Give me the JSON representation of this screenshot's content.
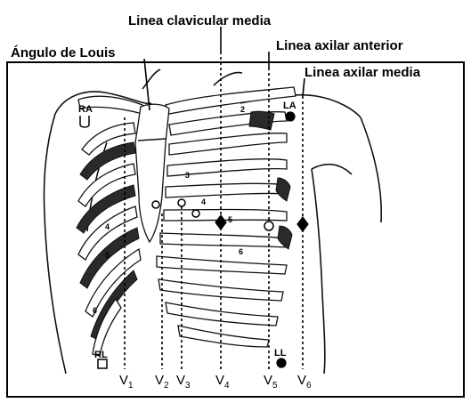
{
  "labels": {
    "clavicular": "Linea clavicular media",
    "louis": "Ángulo de Louis",
    "axilar_anterior": "Linea axilar anterior",
    "axilar_media": "Linea axilar media"
  },
  "electrodes": {
    "ra": "RA",
    "la": "LA",
    "rl": "RL",
    "ll": "LL"
  },
  "leads": [
    {
      "name": "V",
      "sub": "1"
    },
    {
      "name": "V",
      "sub": "2"
    },
    {
      "name": "V",
      "sub": "3"
    },
    {
      "name": "V",
      "sub": "4"
    },
    {
      "name": "V",
      "sub": "5"
    },
    {
      "name": "V",
      "sub": "6"
    }
  ],
  "ribs": {
    "r2": "2",
    "r3": "3",
    "r4": "4",
    "r5": "5",
    "r6": "6",
    "r4l": "4",
    "r5l": "5",
    "r6l": "6"
  },
  "colors": {
    "ink": "#000000",
    "background": "#ffffff"
  }
}
